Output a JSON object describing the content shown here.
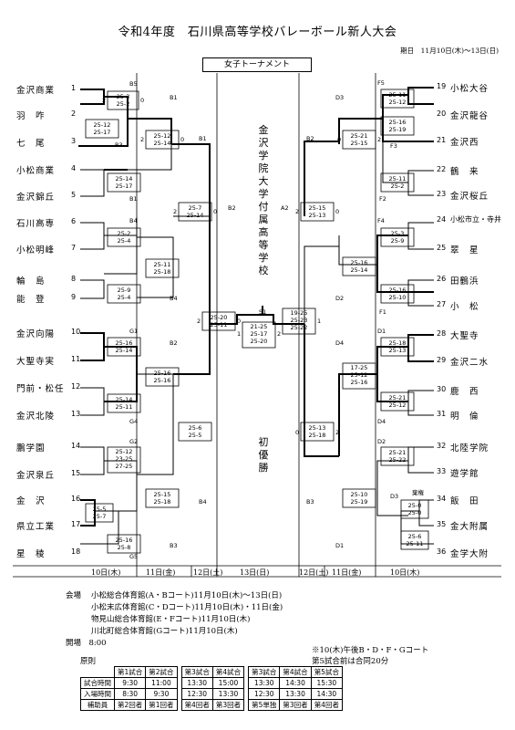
{
  "header": {
    "title": "令和4年度　石川県高等学校バレーボール新人大会",
    "dates": "期日　11月10日(木)〜13日(日)",
    "tournament_label": "女子トーナメント"
  },
  "center": {
    "winner_school": "金沢学院大学付属高等学校",
    "champion_label": "初優勝"
  },
  "left_teams": [
    {
      "num": "1",
      "name": "金沢商業"
    },
    {
      "num": "2",
      "name": "羽　咋"
    },
    {
      "num": "3",
      "name": "七　尾"
    },
    {
      "num": "4",
      "name": "小松商業"
    },
    {
      "num": "5",
      "name": "金沢錦丘"
    },
    {
      "num": "6",
      "name": "石川高専"
    },
    {
      "num": "7",
      "name": "小松明峰"
    },
    {
      "num": "8",
      "name": "輪　島"
    },
    {
      "num": "9",
      "name": "能　登"
    },
    {
      "num": "10",
      "name": "金沢向陽"
    },
    {
      "num": "11",
      "name": "大聖寺実"
    },
    {
      "num": "12",
      "name": "門前・松任"
    },
    {
      "num": "13",
      "name": "金沢北陵"
    },
    {
      "num": "14",
      "name": "鵬学園"
    },
    {
      "num": "15",
      "name": "金沢泉丘"
    },
    {
      "num": "16",
      "name": "金　沢"
    },
    {
      "num": "17",
      "name": "県立工業"
    },
    {
      "num": "18",
      "name": "星　稜"
    }
  ],
  "right_teams": [
    {
      "num": "19",
      "name": "小松大谷"
    },
    {
      "num": "20",
      "name": "金沢龍谷"
    },
    {
      "num": "21",
      "name": "金沢西"
    },
    {
      "num": "22",
      "name": "鶴　来"
    },
    {
      "num": "23",
      "name": "金沢桜丘"
    },
    {
      "num": "24",
      "name": "小松市立・寺井"
    },
    {
      "num": "25",
      "name": "翠　星"
    },
    {
      "num": "26",
      "name": "田鶴浜"
    },
    {
      "num": "27",
      "name": "小　松"
    },
    {
      "num": "28",
      "name": "大聖寺"
    },
    {
      "num": "29",
      "name": "金沢二水"
    },
    {
      "num": "30",
      "name": "鹿　西"
    },
    {
      "num": "31",
      "name": "明　倫"
    },
    {
      "num": "32",
      "name": "北陸学院"
    },
    {
      "num": "33",
      "name": "遊学館"
    },
    {
      "num": "34",
      "name": "飯　田"
    },
    {
      "num": "35",
      "name": "金大附属"
    },
    {
      "num": "36",
      "name": "金学大附"
    }
  ],
  "scores": {
    "l1": [
      "25-3",
      "25-2"
    ],
    "l2": [
      "25-12",
      "25-17"
    ],
    "l3": [
      "25-12",
      "25-14"
    ],
    "l4": [
      "25-14",
      "25-17"
    ],
    "l5": [
      "25-7",
      "25-14"
    ],
    "l6": [
      "25-2",
      "25-4"
    ],
    "l7": [
      "25-11",
      "25-18"
    ],
    "l8": [
      "25-9",
      "25-4"
    ],
    "l9": [
      "25-20",
      "25-11"
    ],
    "l10": [
      "25-16",
      "25-14"
    ],
    "l11": [
      "25-16",
      "25-16"
    ],
    "l12": [
      "25-14",
      "25-11"
    ],
    "l13": [
      "25-6",
      "25-5"
    ],
    "l14": [
      "25-12",
      "23-25",
      "27-25"
    ],
    "l15": [
      "25-15",
      "25-18"
    ],
    "l16": [
      "25-5",
      "25-7"
    ],
    "l17": [
      "25-16",
      "25-8"
    ],
    "r1": [
      "25-11",
      "25-12"
    ],
    "r2": [
      "25-16",
      "25-19"
    ],
    "r3": [
      "25-21",
      "25-15"
    ],
    "r4": [
      "25-11",
      "25-2"
    ],
    "r5": [
      "25-15",
      "25-13"
    ],
    "r6": [
      "25-3",
      "25-9"
    ],
    "r7": [
      "25-16",
      "25-14"
    ],
    "r8": [
      "25-16",
      "25-10"
    ],
    "r9": [
      "25-18",
      "25-13"
    ],
    "r10": [
      "17-25",
      "25-12",
      "25-16"
    ],
    "r11": [
      "25-21",
      "25-12"
    ],
    "r12": [
      "25-13",
      "25-18"
    ],
    "r13": [
      "25-21",
      "25-22"
    ],
    "r14": [
      "25-10",
      "25-19"
    ],
    "r15": [
      "25-0",
      "25-0"
    ],
    "r16": [
      "25-6",
      "25-11"
    ],
    "final_left": [
      "21-25",
      "25-17",
      "25-20"
    ],
    "final_right": [
      "19-25",
      "25-23",
      "25-22"
    ]
  },
  "match_labels": {
    "B5": "B5",
    "B1": "B1",
    "B3": "B3",
    "B4": "B4",
    "G1": "G1",
    "G2": "G2",
    "G4": "G4",
    "G5": "G5",
    "B2": "B2",
    "D3": "D3",
    "F5": "F5",
    "F3": "F3",
    "F2": "F2",
    "F4": "F4",
    "D2": "D2",
    "F1": "F1",
    "D1": "D1",
    "D4": "D4",
    "A2": "A2",
    "B3r": "B3",
    "S1": "S1"
  },
  "set_wins": {
    "two": "2",
    "zero": "0",
    "one": "1"
  },
  "kiken": "棄権",
  "rounds": {
    "left": [
      "10日(木)",
      "11日(金)",
      "12日(土)"
    ],
    "center": "13日(日)",
    "right": [
      "12日(土)",
      "11日(金)",
      "10日(木)"
    ]
  },
  "venues": {
    "label": "会場",
    "items": [
      "小松総合体育館(A・Bコート)11月10日(木)〜13日(日)",
      "小松末広体育館(C・Dコート)11月10日(木)・11日(金)",
      "物見山総合体育館(E・Fコート)11月10日(木)",
      "川北町総合体育館(Gコート)11月10日(木)"
    ],
    "opening": "開場　8:00"
  },
  "notes": {
    "note1": "※10(木)午後B・D・F・Gコート",
    "note2": "第5試合前は合同20分",
    "principle": "原則"
  },
  "schedule": {
    "headers": [
      "",
      "第1試合",
      "第2試合",
      "",
      "第3試合",
      "第4試合",
      "",
      "第3試合",
      "第4試合",
      "第5試合"
    ],
    "rows": [
      [
        "試合時間",
        "9:30",
        "11:00",
        "",
        "13:30",
        "15:00",
        "",
        "13:30",
        "14:30",
        "15:30"
      ],
      [
        "入場時間",
        "8:30",
        "9:30",
        "",
        "12:30",
        "13:30",
        "",
        "12:30",
        "13:30",
        "14:30"
      ],
      [
        "補助員",
        "第2回者",
        "第1回者",
        "",
        "第4回者",
        "第3回者",
        "",
        "第5単独",
        "第3回者",
        "第4回者"
      ]
    ]
  }
}
